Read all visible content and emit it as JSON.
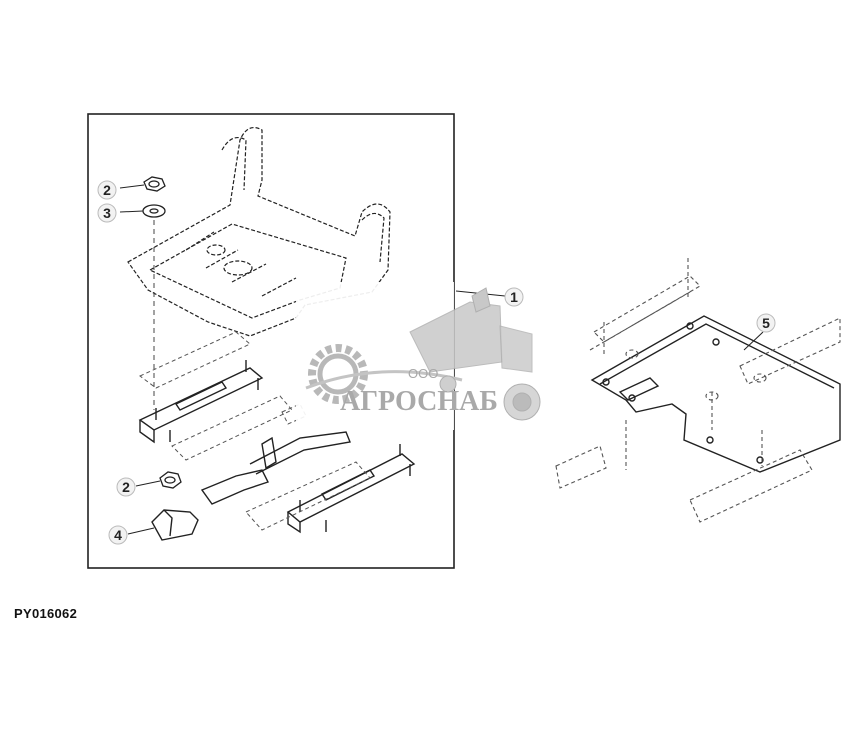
{
  "diagram": {
    "reference_code": "PY016062",
    "callouts": [
      {
        "id": "callout-1",
        "label": "1"
      },
      {
        "id": "callout-2a",
        "label": "2"
      },
      {
        "id": "callout-3",
        "label": "3"
      },
      {
        "id": "callout-2b",
        "label": "2"
      },
      {
        "id": "callout-4",
        "label": "4"
      },
      {
        "id": "callout-5",
        "label": "5"
      }
    ]
  },
  "watermark": {
    "prefix": "ООО",
    "name": "АГРОСНАБ"
  },
  "colors": {
    "line": "#222222",
    "dashed": "#555555",
    "watermark": "#b8b8b8"
  }
}
